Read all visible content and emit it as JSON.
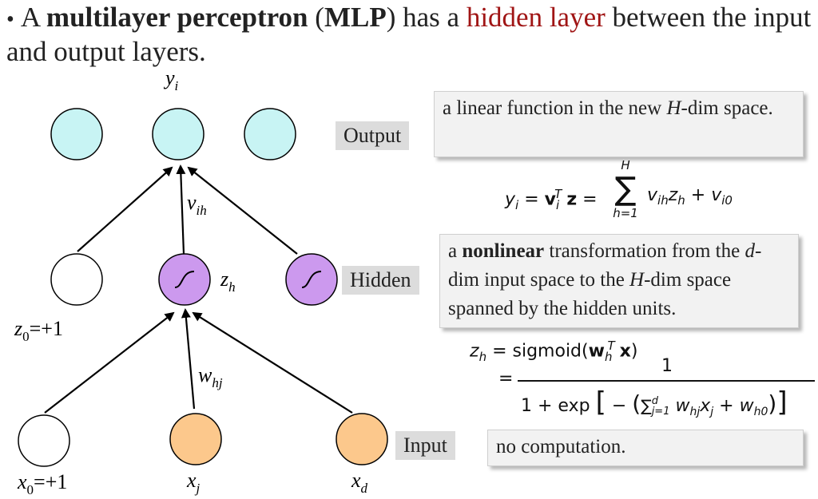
{
  "headline": {
    "bullet": "•",
    "p1": "A ",
    "term": "multilayer perceptron",
    "p2": " (",
    "abbr": "MLP",
    "p3": ") has a ",
    "highlight": "hidden layer",
    "p4": " between the input and output layers."
  },
  "layers": {
    "output": "Output",
    "hidden": "Hidden",
    "input": "Input"
  },
  "nodes": {
    "y_i": "y",
    "y_i_sub": "i",
    "z_h": "z",
    "z_h_sub": "h",
    "z0": "z",
    "z0_sub": "0",
    "z0_val": "=+1",
    "x0": "x",
    "x0_sub": "0",
    "x0_val": "=+1",
    "x_j": "x",
    "x_j_sub": "j",
    "x_d": "x",
    "x_d_sub": "d"
  },
  "weights": {
    "v": "v",
    "v_sub": "ih",
    "w": "w",
    "w_sub": "hj"
  },
  "notes": {
    "output_a": "a linear function in the new ",
    "output_H": "H",
    "output_b": "-dim space.",
    "hidden_a": "a ",
    "hidden_bold": "nonlinear",
    "hidden_b": " transformation from the ",
    "hidden_d": "d",
    "hidden_c": "-dim input space to the ",
    "hidden_H": "H",
    "hidden_e": "-dim space spanned by the hidden units.",
    "input": "no computation."
  },
  "formulas": {
    "y": "y",
    "i": "i",
    "eq": "=",
    "v": "v",
    "T": "T",
    "z": "z",
    "sum": "∑",
    "H": "H",
    "h_from": "h=1",
    "vih": "v",
    "ih": "ih",
    "zh": "z",
    "h": "h",
    "plus": "+",
    "vi0": "v",
    "i0": "i0",
    "sigmoid": "sigmoid",
    "w": "w",
    "x": "x",
    "one": "1",
    "exp": "1 + exp",
    "inner_sum": "∑",
    "d": "d",
    "j1": "j=1",
    "whj": "w",
    "hj": "hj",
    "xj": "x",
    "j": "j",
    "wh0": "w",
    "h0": "h0",
    "lbr": "[",
    "rbr": "]",
    "minus": "−",
    "lpar": "(",
    "rpar": ")"
  },
  "colors": {
    "output_node": "#c8f4f4",
    "hidden_node": "#cc99ee",
    "input_node": "#fcc88c",
    "bias_node": "#ffffff",
    "highlight": "#a01515"
  }
}
